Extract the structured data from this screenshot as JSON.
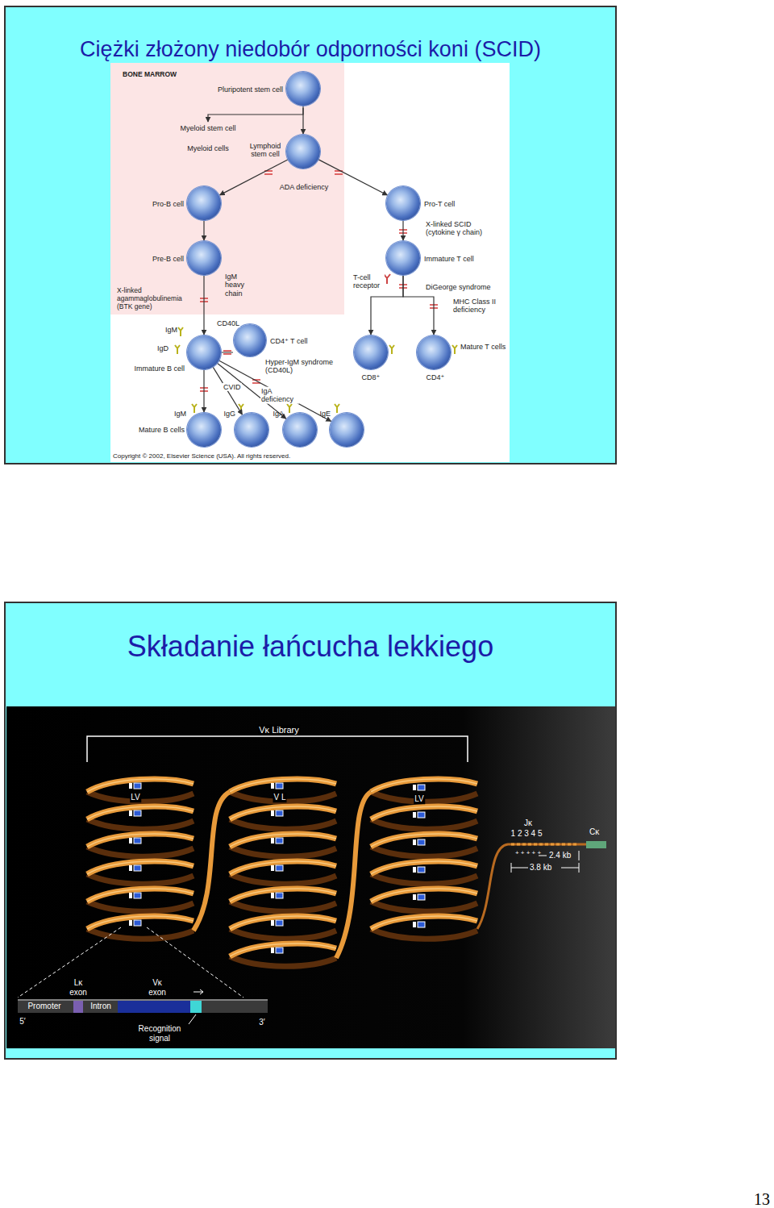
{
  "diagram": {
    "nodes": [
      {
        "text": [
          "Ciężki złożony niedobór odporności koni (SCID)"
        ]
      },
      {
        "text": [
          "Pluripotent stem cell"
        ],
        "in": 0
      },
      {
        "text": [
          "Lymphoid stem cell"
        ],
        "in": 0
      },
      {
        "text": [
          "Pro-B cell"
        ],
        "in": 0
      },
      {
        "text": [
          "Pro-T cell"
        ],
        "in": 0
      },
      {
        "text": [
          "Pre-B cell"
        ],
        "in": 0
      },
      {
        "text": [
          "Immature T cell"
        ],
        "in": 0
      },
      {
        "text": [
          "CD4⁺ T cell"
        ],
        "in": 0
      },
      {
        "text": [
          "Immature B cell"
        ],
        "in": 0
      },
      {
        "text": [
          "CD8⁺"
        ],
        "in": 0
      },
      {
        "text": [
          "Mature T cells",
          "CD4⁺"
        ],
        "in": 0
      },
      {
        "text": [
          "IgM"
        ],
        "in": 0
      },
      {
        "text": [
          "IgG"
        ],
        "in": 0
      },
      {
        "text": [
          "IgA"
        ],
        "in": 0
      },
      {
        "text": [
          "IgE"
        ],
        "in": 0
      },
      {
        "text": [
          "Składanie łańcucha lekkiego"
        ]
      }
    ],
    "edges": [
      {
        "from": 1,
        "to": 2,
        "arrow": "to"
      },
      {
        "from": 2,
        "to": 3,
        "arrow": "to"
      },
      {
        "from": 2,
        "to": 4,
        "arrow": "to"
      },
      {
        "from": 3,
        "to": 5,
        "arrow": "to"
      },
      {
        "from": 4,
        "to": 6,
        "arrow": "to"
      },
      {
        "from": 5,
        "to": 8,
        "arrow": "to"
      },
      {
        "from": 6,
        "to": 9,
        "arrow": "to"
      },
      {
        "from": 6,
        "to": 10,
        "arrow": "to"
      },
      {
        "from": 8,
        "to": 11,
        "arrow": "to"
      },
      {
        "from": 8,
        "to": 12,
        "arrow": "to"
      },
      {
        "from": 8,
        "to": 13,
        "arrow": "to"
      },
      {
        "from": 8,
        "to": 14,
        "arrow": "to"
      }
    ],
    "labels": [
      "BONE MARROW",
      "Myeloid stem cell",
      "Myeloid cells",
      "ADA deficiency",
      "X-linked SCID (cytokine γ chain)",
      "IgM heavy chain",
      "X-linked agammaglobulinemia (BTK gene)",
      "T-cell receptor",
      "DiGeorge syndrome",
      "MHC Class II deficiency",
      "IgM",
      "IgD",
      "CD40L",
      "Hyper-IgM syndrome (CD40L)",
      "CVID",
      "IgA deficiency",
      "Mature B cells",
      "Copyright © 2002, Elsevier Science (USA). All rights reserved.",
      "Vκ Library",
      "LV",
      "V L",
      "LV",
      "Jκ",
      "1 2 3 4 5",
      "+ + + + +",
      "Cκ",
      "2.4 kb",
      "3.8 kb",
      "Lκ exon",
      "Vκ exon",
      "Promoter",
      "Intron",
      "5′",
      "3′",
      "Recognition signal",
      "13"
    ]
  }
}
